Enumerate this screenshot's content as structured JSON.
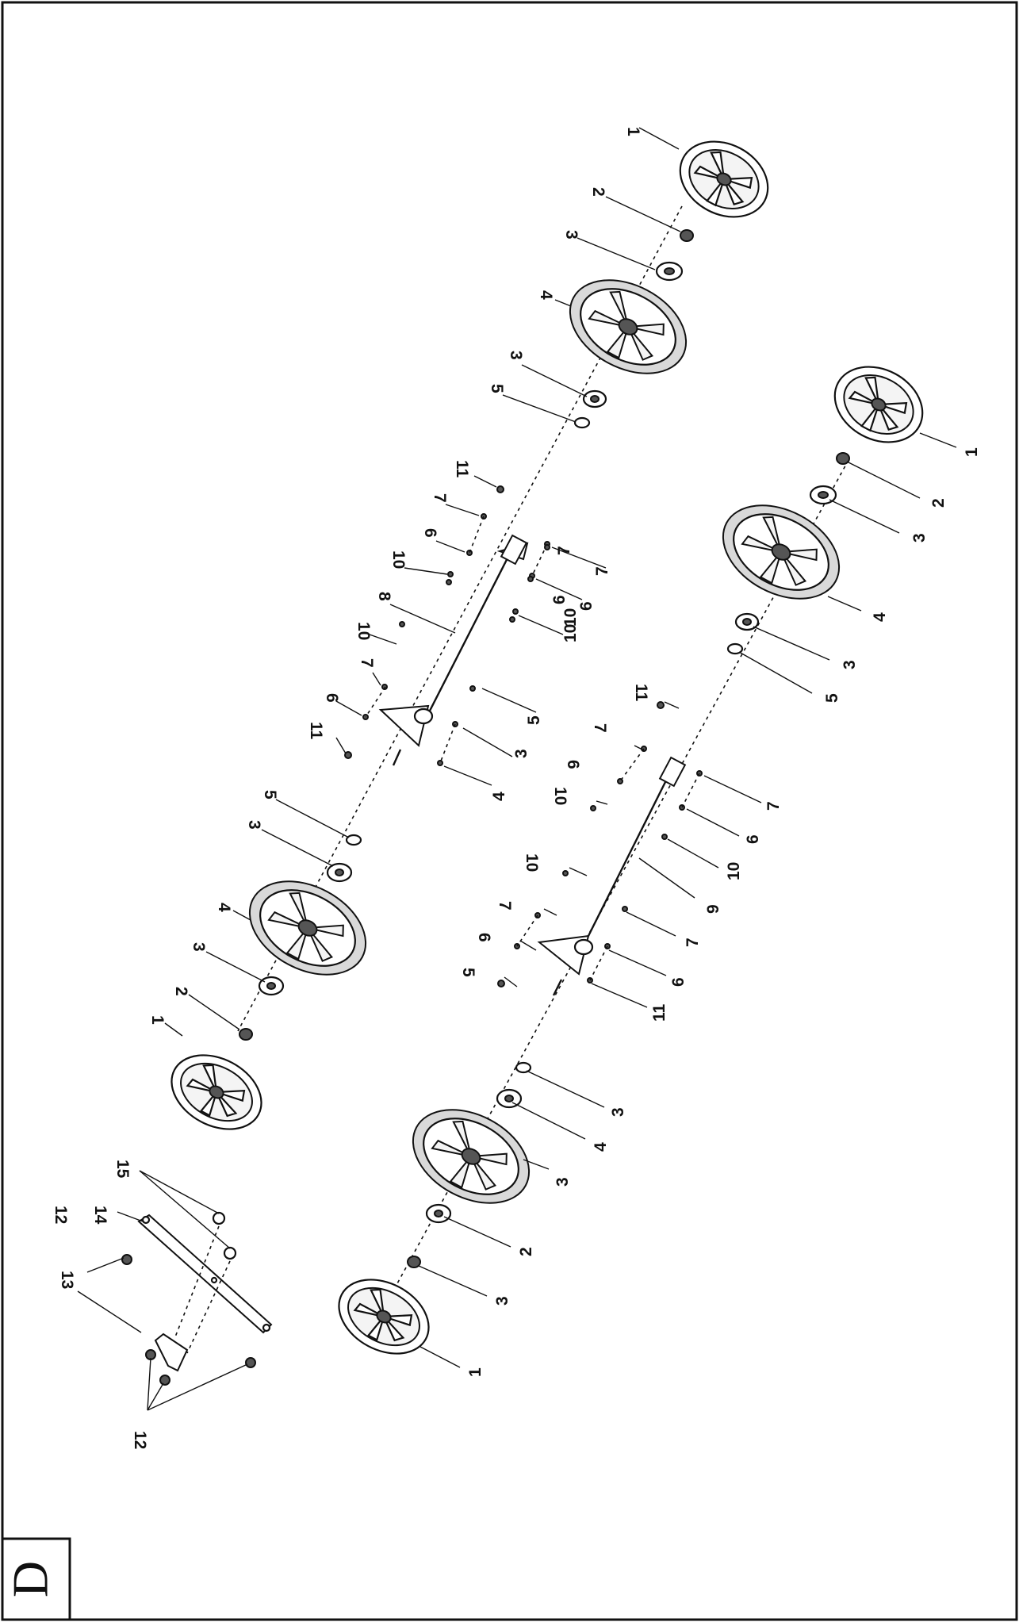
{
  "page_code": "D",
  "callouts": {
    "top_assembly": [
      "1",
      "2",
      "3",
      "4",
      "3",
      "5",
      "11",
      "7",
      "6",
      "10",
      "8",
      "10",
      "7",
      "6",
      "11",
      "7",
      "6",
      "10",
      "5",
      "3",
      "4",
      "3",
      "2",
      "1"
    ],
    "bottom_assembly": [
      "1",
      "2",
      "3",
      "4",
      "3",
      "5",
      "7",
      "6",
      "10",
      "11",
      "7",
      "6",
      "10",
      "7",
      "6",
      "10",
      "9",
      "10",
      "7",
      "6",
      "11",
      "7",
      "6",
      "5",
      "3",
      "4",
      "3",
      "2",
      "1"
    ],
    "bracket_assembly": [
      "15",
      "14",
      "12",
      "13",
      "12"
    ]
  }
}
